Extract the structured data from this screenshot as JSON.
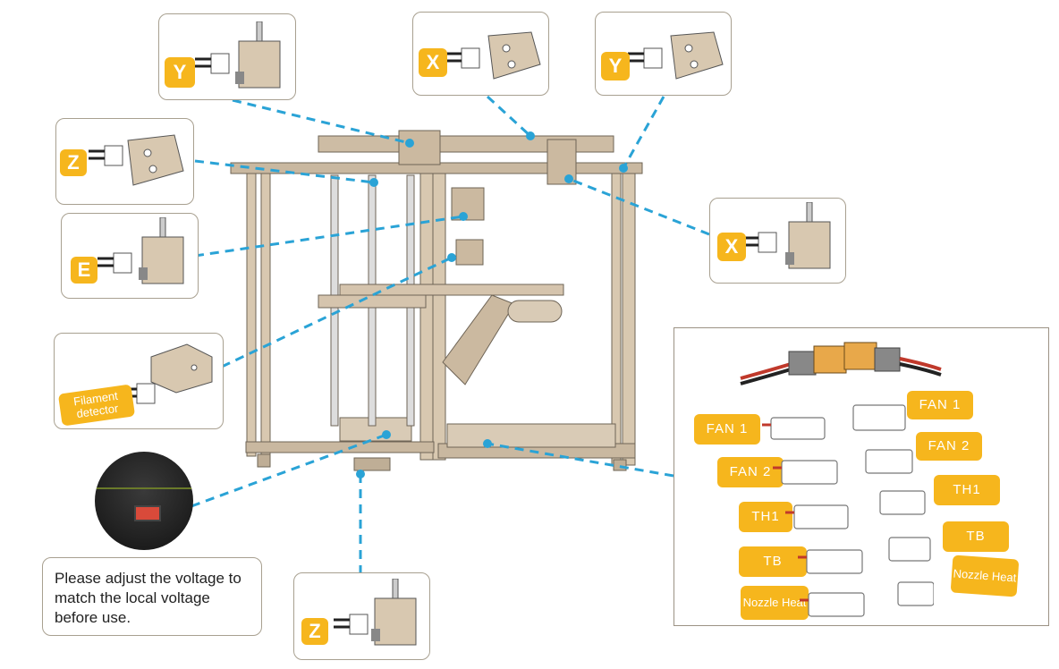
{
  "motor_labels": {
    "top_y": "Y",
    "top_x": "X",
    "top_y_right": "Y",
    "z_left": "Z",
    "e_left": "E",
    "x_right": "X",
    "z_bottom": "Z"
  },
  "filament_label": "Filament detector",
  "voltage_note": "Please adjust the voltage to match the local voltage before use.",
  "wiring": {
    "left_labels": [
      "FAN 1",
      "FAN 2",
      "TH1",
      "TB",
      "Nozzle Heat"
    ],
    "right_labels": [
      "FAN 1",
      "FAN 2",
      "TH1",
      "TB",
      "Nozzle Heat"
    ]
  },
  "colors": {
    "accent": "#f6b61d",
    "leader": "#2aa3d6",
    "frame": "#c9b8a0"
  }
}
